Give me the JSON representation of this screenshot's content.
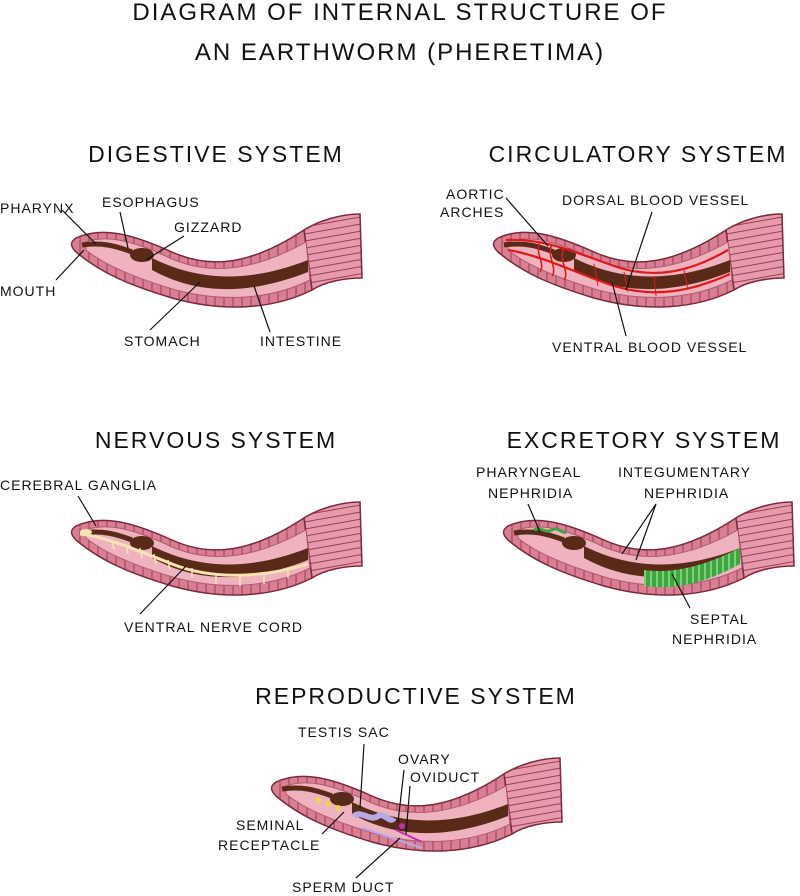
{
  "title": {
    "line1": "DIAGRAM OF INTERNAL STRUCTURE OF",
    "line2": "AN EARTHWORM (PHERETIMA)"
  },
  "colors": {
    "body_pink": "#d97f93",
    "body_light": "#efb3c0",
    "segment_line": "#9c3d55",
    "gut_brown": "#5a2a18",
    "blood_red": "#e01818",
    "nephridia_green": "#3fa53f",
    "nerve_cream": "#f4e4b0",
    "repro_lilac": "#b9a8e6",
    "repro_yellow": "#f0d050",
    "repro_magenta": "#c030b0"
  },
  "panels": {
    "digestive": {
      "heading": "DIGESTIVE SYSTEM",
      "labels": {
        "pharynx": "PHARYNX",
        "esophagus": "ESOPHAGUS",
        "gizzard": "GIZZARD",
        "mouth": "MOUTH",
        "stomach": "STOMACH",
        "intestine": "INTESTINE"
      }
    },
    "circulatory": {
      "heading": "CIRCULATORY SYSTEM",
      "labels": {
        "aortic_1": "AORTIC",
        "aortic_2": "ARCHES",
        "dorsal": "DORSAL BLOOD VESSEL",
        "ventral": "VENTRAL BLOOD VESSEL"
      }
    },
    "nervous": {
      "heading": "NERVOUS SYSTEM",
      "labels": {
        "cerebral": "CEREBRAL GANGLIA",
        "nerve_cord": "VENTRAL NERVE CORD"
      }
    },
    "excretory": {
      "heading": "EXCRETORY SYSTEM",
      "labels": {
        "pharyngeal_1": "PHARYNGEAL",
        "pharyngeal_2": "NEPHRIDIA",
        "integumentary_1": "INTEGUMENTARY",
        "integumentary_2": "NEPHRIDIA",
        "septal_1": "SEPTAL",
        "septal_2": "NEPHRIDIA"
      }
    },
    "reproductive": {
      "heading": "REPRODUCTIVE SYSTEM",
      "labels": {
        "testis": "TESTIS SAC",
        "ovary": "OVARY",
        "oviduct": "OVIDUCT",
        "seminal_1": "SEMINAL",
        "seminal_2": "RECEPTACLE",
        "sperm": "SPERM DUCT"
      }
    }
  }
}
